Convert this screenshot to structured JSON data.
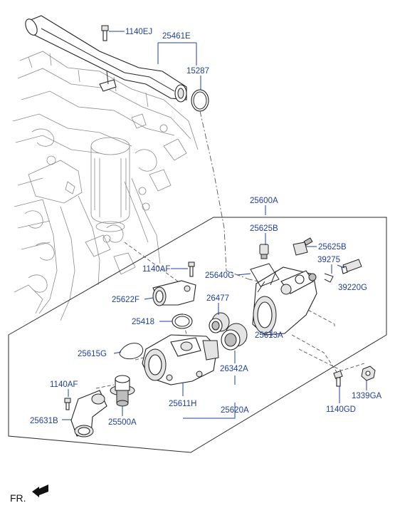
{
  "labels": {
    "p1140EJ": "1140EJ",
    "p25461E": "25461E",
    "p15287": "15287",
    "p25600A": "25600A",
    "p25625B_a": "25625B",
    "p25625B_b": "25625B",
    "p1140AF_a": "1140AF",
    "p25640G": "25640G",
    "p39275": "39275",
    "p39220G": "39220G",
    "p25622F": "25622F",
    "p26477": "26477",
    "p25418": "25418",
    "p25613A": "25613A",
    "p25615G": "25615G",
    "p26342A": "26342A",
    "p1140AF_b": "1140AF",
    "p25611H": "25611H",
    "p25620A": "25620A",
    "p1140GD": "1140GD",
    "p1339GA": "1339GA",
    "p25631B": "25631B",
    "p25500A": "25500A"
  },
  "front_indicator": "FR.",
  "colors": {
    "label": "#1f3f9c",
    "line": "#2a2a2a",
    "engine": "#8a8a8a"
  }
}
